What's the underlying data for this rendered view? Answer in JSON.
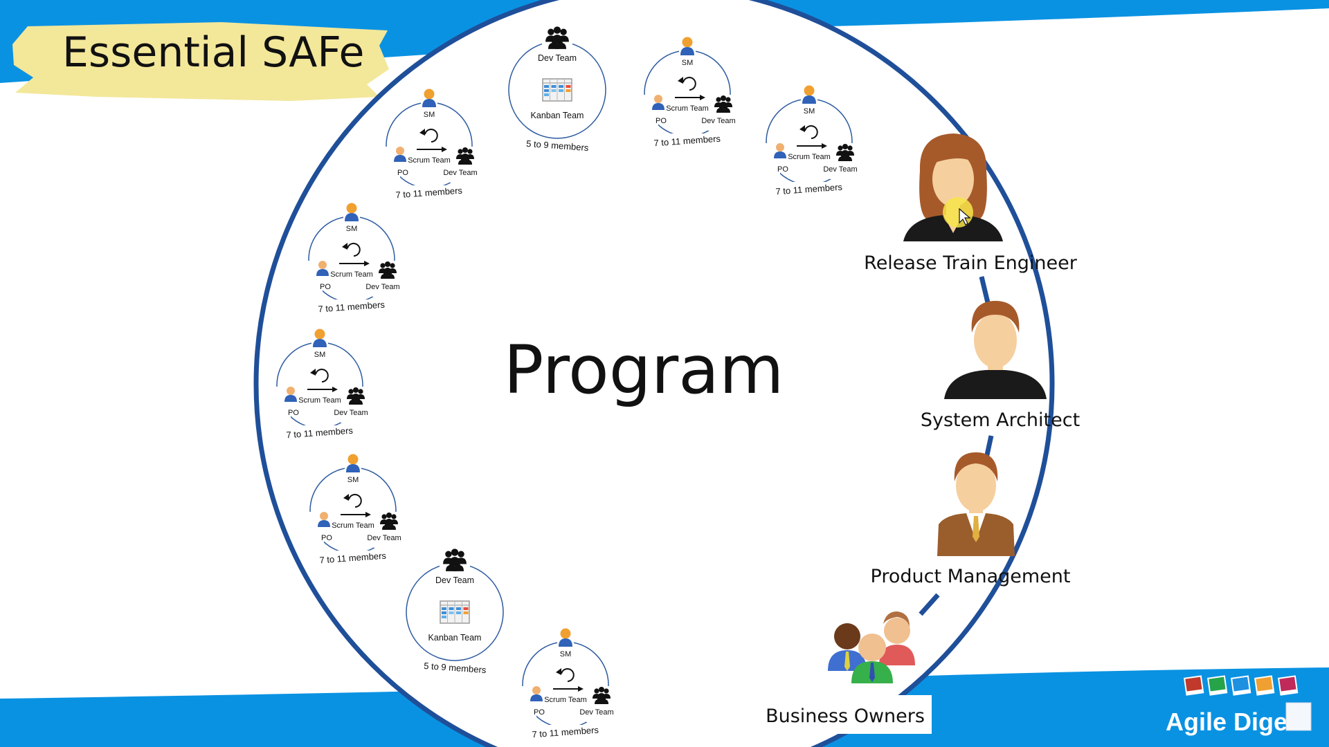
{
  "title": "Essential SAFe",
  "center_label": "Program",
  "roles": {
    "rte": "Release Train Engineer",
    "architect": "System Architect",
    "product_management": "Product Management",
    "business_owners": "Business Owners"
  },
  "scrum_team": {
    "sm": "SM",
    "po": "PO",
    "center": "Scrum Team",
    "dev": "Dev Team",
    "members": "7 to 11 members"
  },
  "kanban_team": {
    "dev": "Dev Team",
    "center": "Kanban Team",
    "members": "5 to 9 members"
  },
  "brand": "Agile Digest",
  "colors": {
    "accent_blue": "#0a92e2",
    "ring_blue": "#1f4f99",
    "highlight_yellow": "#f3e79a"
  }
}
